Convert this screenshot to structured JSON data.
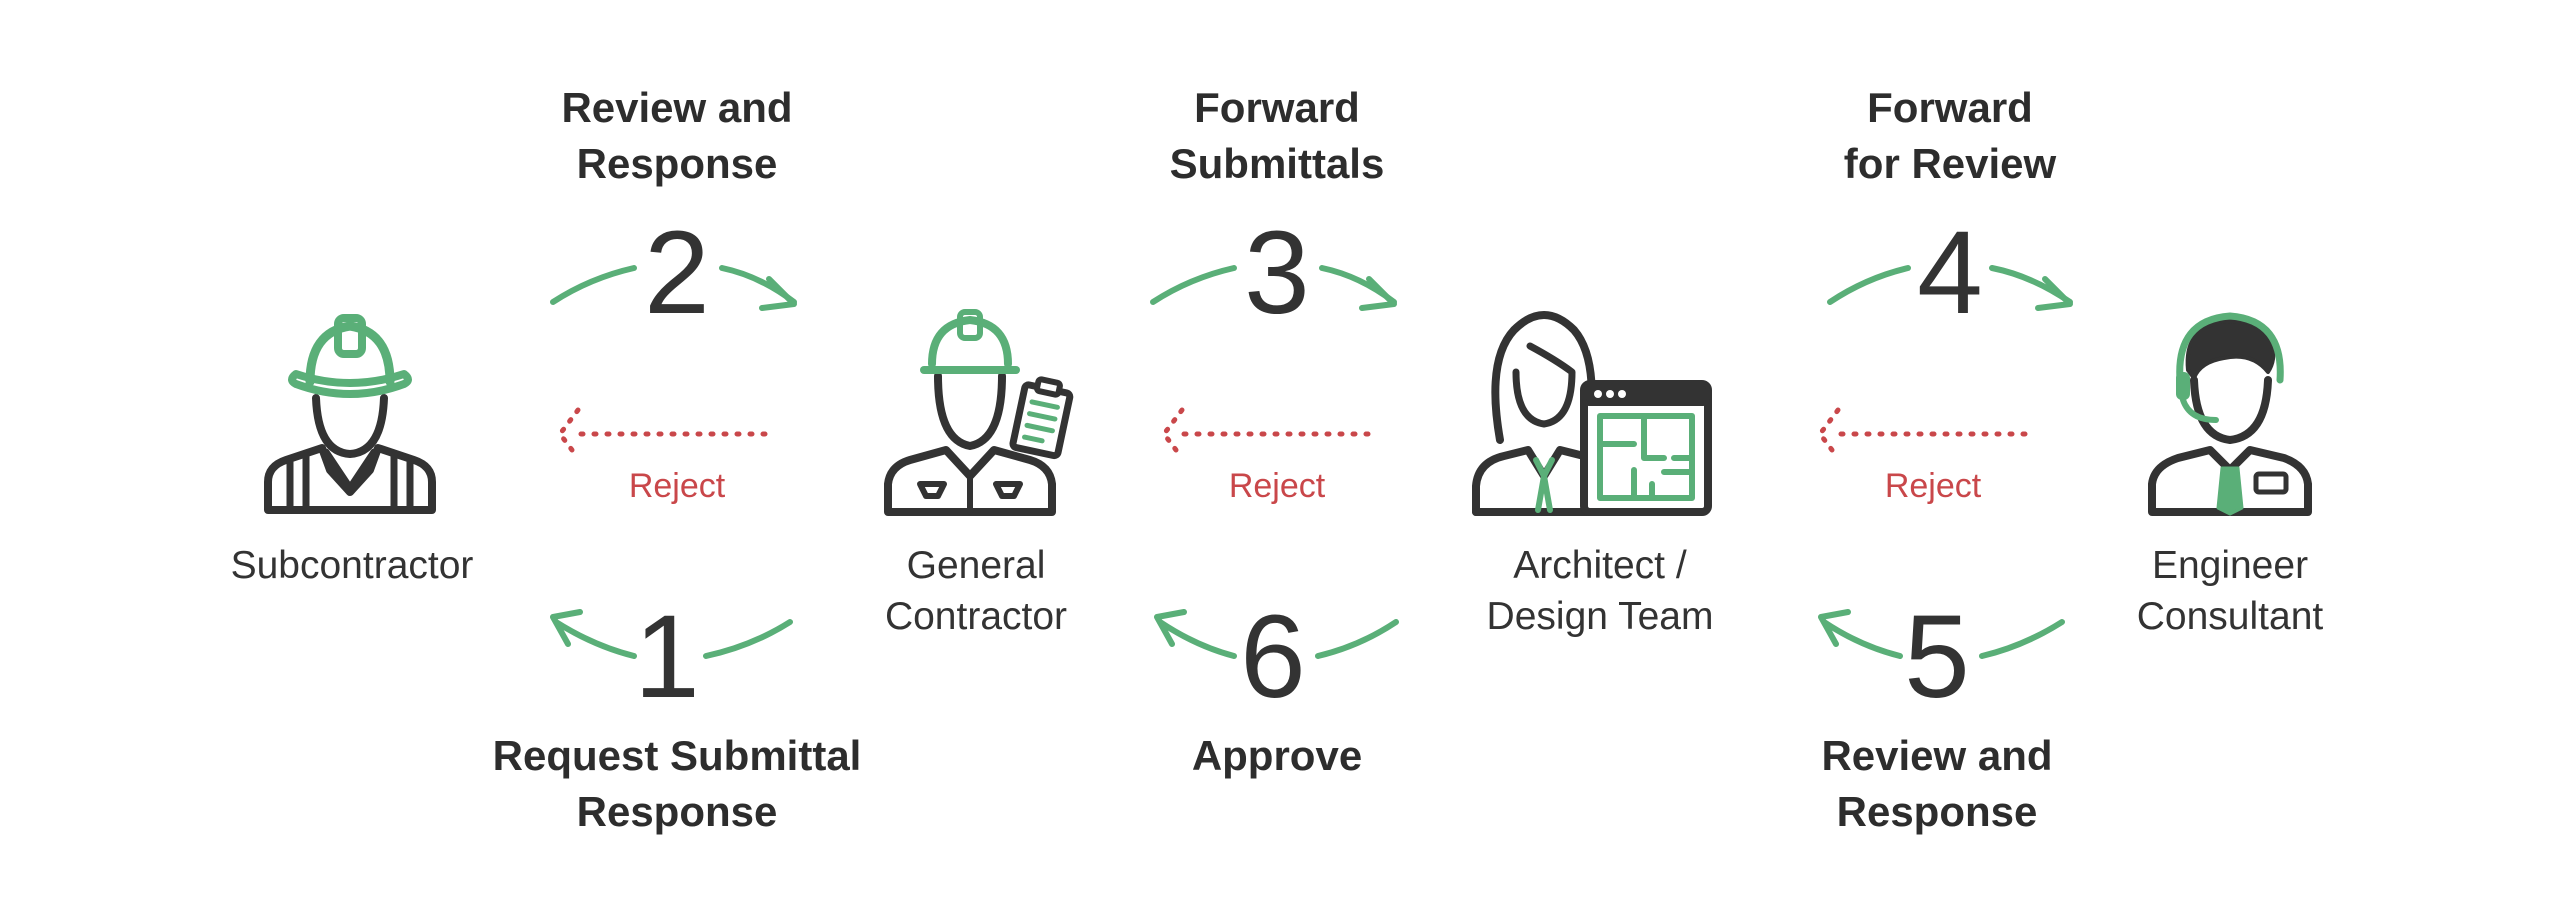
{
  "colors": {
    "accent_green": "#5aaf78",
    "reject_red": "#c9474a",
    "dark": "#333333",
    "text": "#2d2d2d"
  },
  "roles": {
    "subcontractor": "Subcontractor",
    "general_contractor": [
      "General",
      "Contractor"
    ],
    "architect": [
      "Architect /",
      "Design Team"
    ],
    "engineer": [
      "Engineer",
      "Consultant"
    ]
  },
  "icons": {
    "subcontractor": "construction-worker-hardhat-icon",
    "general_contractor": "contractor-with-clipboard-icon",
    "architect": "architect-with-blueprint-icon",
    "engineer": "consultant-with-headset-icon"
  },
  "steps": {
    "s1": {
      "number": "1",
      "title": [
        "Request Submittal",
        "Response"
      ]
    },
    "s2": {
      "number": "2",
      "title": [
        "Review and",
        "Response"
      ]
    },
    "s3": {
      "number": "3",
      "title": [
        "Forward",
        "Submittals"
      ]
    },
    "s4": {
      "number": "4",
      "title": [
        "Forward",
        "for Review"
      ]
    },
    "s5": {
      "number": "5",
      "title": [
        "Review and",
        "Response"
      ]
    },
    "s6": {
      "number": "6",
      "title": [
        "Approve"
      ]
    }
  },
  "reject_label": "Reject"
}
